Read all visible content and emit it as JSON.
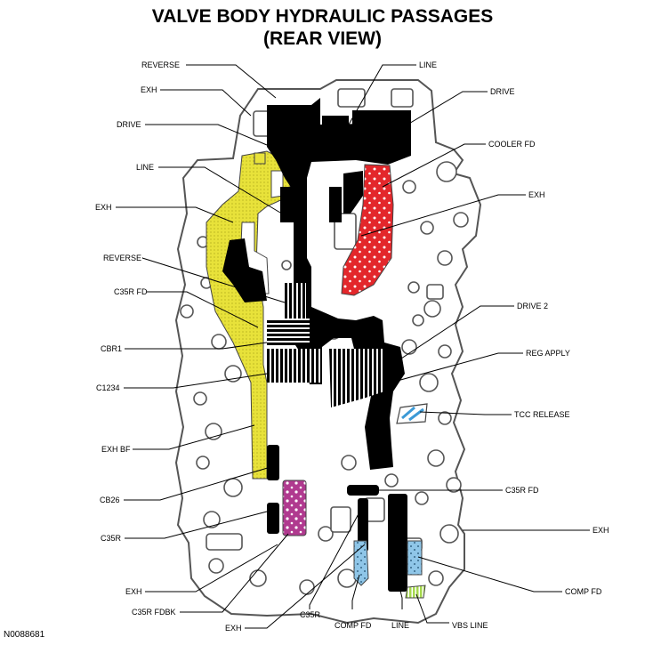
{
  "title": {
    "line1": "VALVE BODY HYDRAULIC PASSAGES",
    "line2": "(REAR VIEW)"
  },
  "figure_id": "N0088681",
  "colors": {
    "line_passage": "#000000",
    "exh_bf_yellow": "#e8e23a",
    "cooler_fd_red": "#e3272b",
    "c35r_fdbk_magenta": "#b03a8f",
    "comp_fd_blue": "#8fc6e8",
    "vbs_line_green": "#a6d84e",
    "tcc_release_blue": "#3c9ad6",
    "body_outline": "#555555"
  },
  "labels_left": [
    "REVERSE",
    "EXH",
    "DRIVE",
    "LINE",
    "EXH",
    "REVERSE",
    "C35R FD",
    "CBR1",
    "C1234",
    "EXH BF",
    "CB26",
    "C35R",
    "EXH",
    "C35R FDBK",
    "EXH"
  ],
  "labels_right": [
    "LINE",
    "DRIVE",
    "COOLER FD",
    "EXH",
    "DRIVE 2",
    "REG APPLY",
    "TCC RELEASE",
    "C35R FD",
    "EXH",
    "COMP FD"
  ],
  "labels_bottom": [
    "C35R",
    "COMP FD",
    "LINE",
    "VBS LINE"
  ]
}
